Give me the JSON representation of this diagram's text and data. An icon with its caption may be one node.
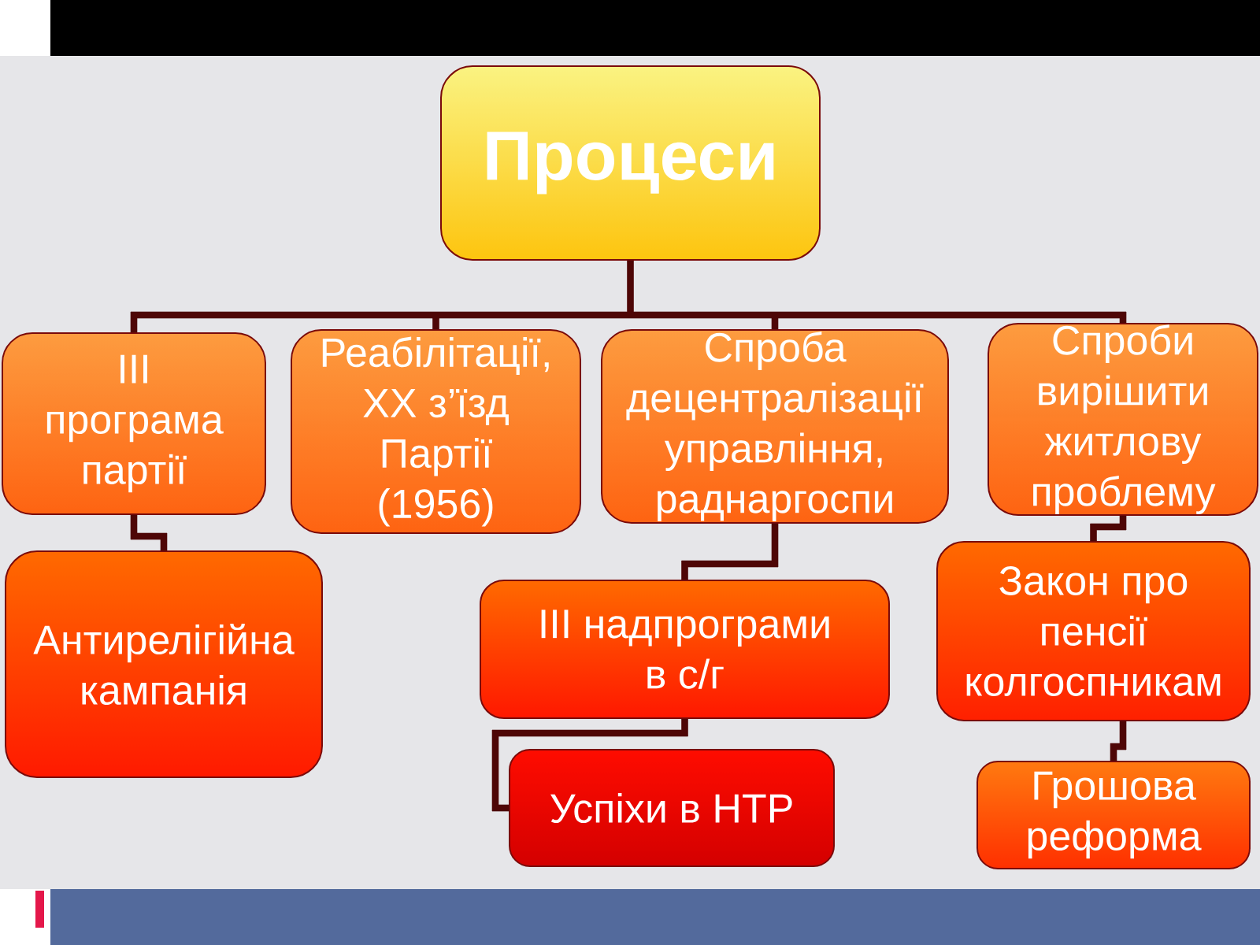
{
  "diagram": {
    "nodes": [
      {
        "text": [
          "Процеси"
        ]
      },
      {
        "text": [
          "III програма партії"
        ]
      },
      {
        "text": [
          "Реабілітації, XX з’їзд Партії (1956)"
        ]
      },
      {
        "text": [
          "Спроба децентралізації управління, раднаргоспи"
        ]
      },
      {
        "text": [
          "Спроби вирішити житлову проблему"
        ]
      },
      {
        "text": [
          "Антирелігійна кампанія"
        ]
      },
      {
        "text": [
          "III надпрограми в с/г"
        ]
      },
      {
        "text": [
          "Закон про пенсії колгоспникам"
        ]
      },
      {
        "text": [
          "Успіхи в НТР"
        ]
      },
      {
        "text": [
          "Грошова реформа"
        ]
      }
    ],
    "edges": [
      {
        "from": 0,
        "to": 1,
        "arrow": "none"
      },
      {
        "from": 0,
        "to": 2,
        "arrow": "none"
      },
      {
        "from": 0,
        "to": 3,
        "arrow": "none"
      },
      {
        "from": 0,
        "to": 4,
        "arrow": "none"
      },
      {
        "from": 1,
        "to": 5,
        "arrow": "none"
      },
      {
        "from": 3,
        "to": 6,
        "arrow": "none"
      },
      {
        "from": 6,
        "to": 8,
        "arrow": "none"
      },
      {
        "from": 4,
        "to": 7,
        "arrow": "none"
      },
      {
        "from": 7,
        "to": 9,
        "arrow": "none"
      }
    ]
  }
}
